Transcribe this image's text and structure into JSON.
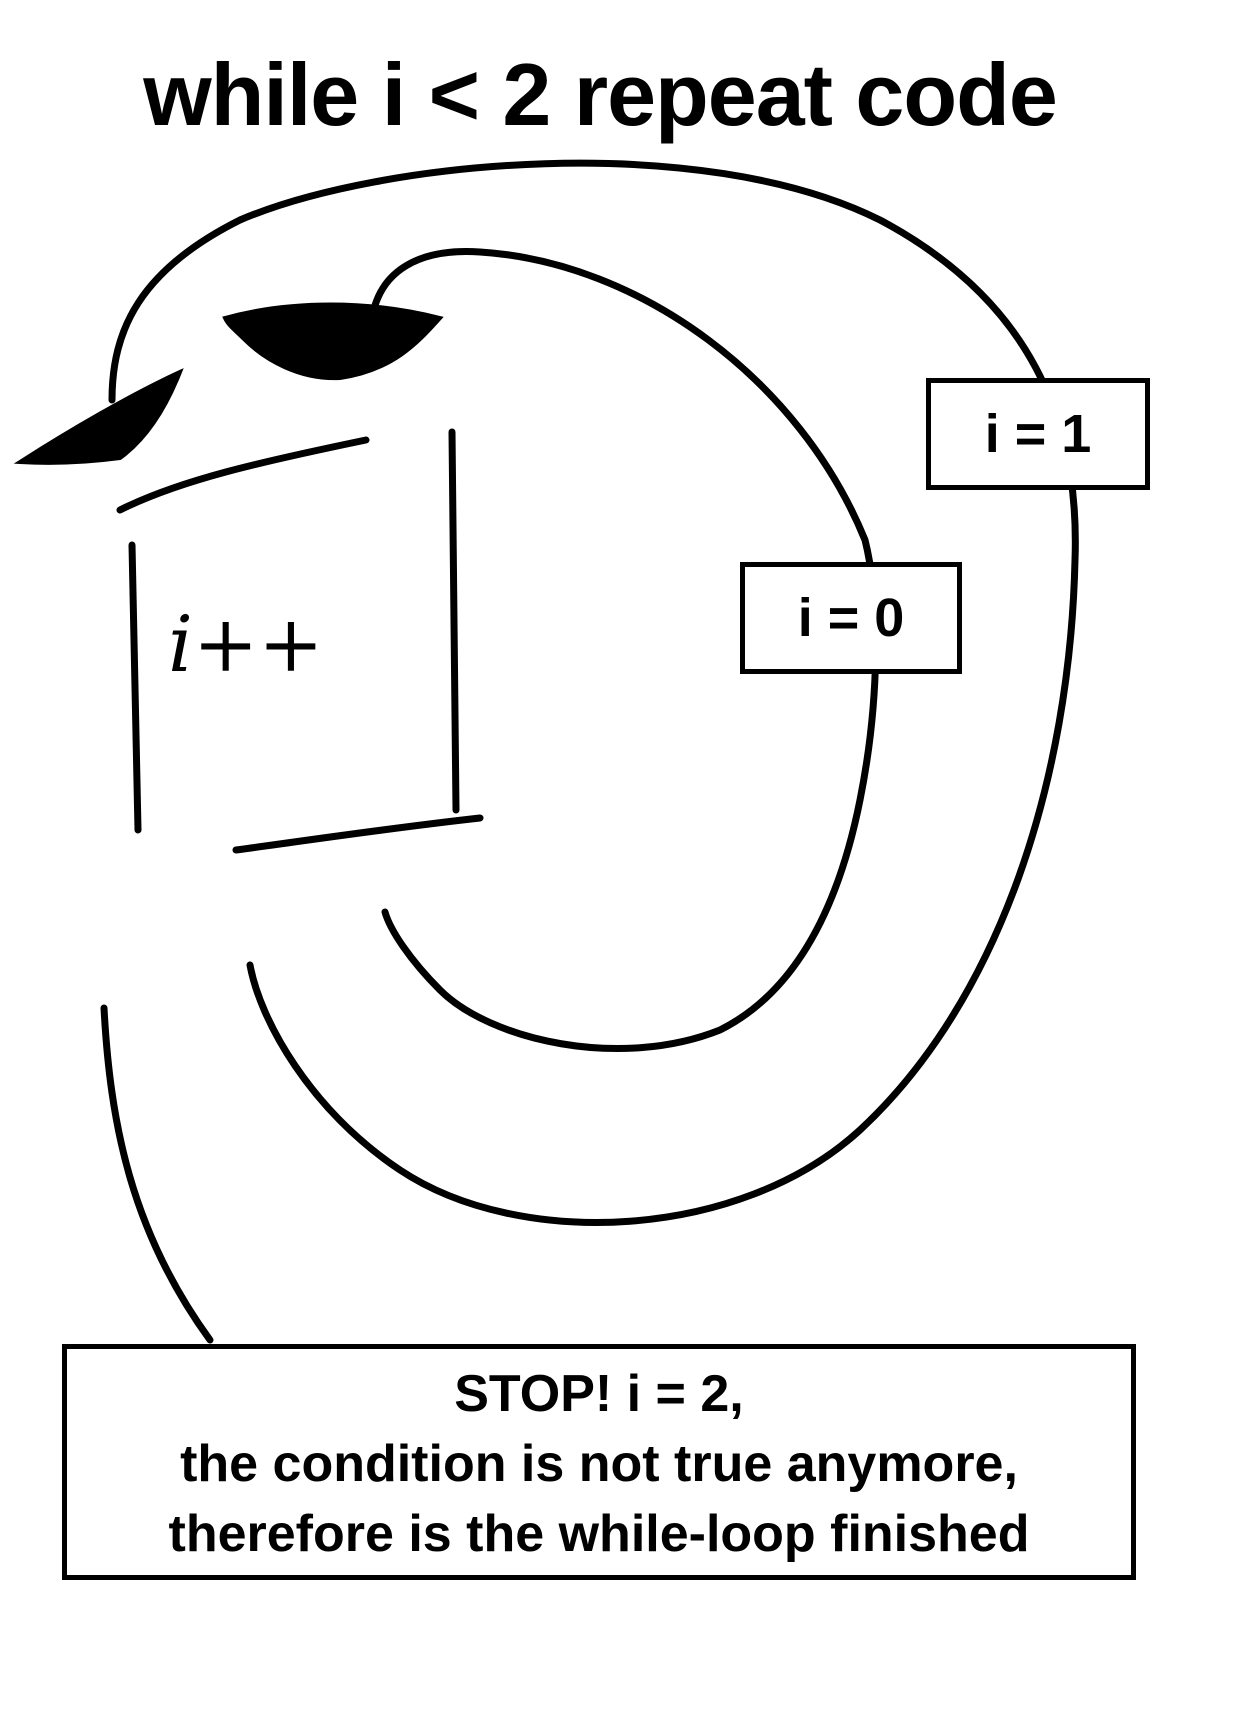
{
  "title": "while i < 2 repeat code",
  "boxes": {
    "i1": "i = 1",
    "i0": "i = 0"
  },
  "block_label": "i++",
  "stop": {
    "line1": "STOP! i = 2,",
    "line2": "the condition is not true anymore,",
    "line3": "therefore is the while-loop finished"
  },
  "colors": {
    "ink": "#000000",
    "background": "#ffffff"
  }
}
